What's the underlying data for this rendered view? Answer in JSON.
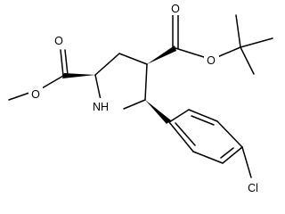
{
  "molecule": {
    "atom_labels": {
      "ester_o_left_carbonyl": "O",
      "ester_o_left_single": "O",
      "ester_o_right_carbonyl": "O",
      "ester_o_right_single": "O",
      "ring_nitrogen": "NH",
      "chlorine": "Cl"
    }
  }
}
